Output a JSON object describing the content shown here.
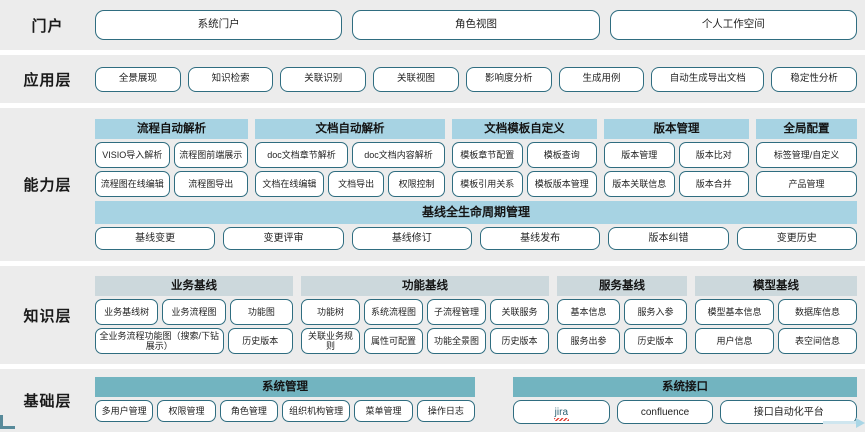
{
  "layers": [
    {
      "key": "portal",
      "label": "门户",
      "items": [
        "系统门户",
        "角色视图",
        "个人工作空间"
      ]
    },
    {
      "key": "application",
      "label": "应用层",
      "items": [
        "全景展现",
        "知识检索",
        "关联识别",
        "关联视图",
        "影响度分析",
        "生成用例",
        "自动生成导出文档",
        "稳定性分析"
      ]
    },
    {
      "key": "capability",
      "label": "能力层",
      "groups": [
        {
          "title": "流程自动解析",
          "rows": [
            [
              "VISIO导入解析",
              "流程图前端展示"
            ],
            [
              "流程图在线编辑",
              "流程图导出"
            ]
          ]
        },
        {
          "title": "文档自动解析",
          "rows": [
            [
              "doc文档章节解析",
              "doc文档内容解析"
            ],
            [
              "文档在线编辑",
              "文档导出",
              "权限控制"
            ]
          ]
        },
        {
          "title": "文档模板自定义",
          "rows": [
            [
              "模板章节配置",
              "模板查询"
            ],
            [
              "模板引用关系",
              "模板版本管理"
            ]
          ]
        },
        {
          "title": "版本管理",
          "rows": [
            [
              "版本管理",
              "版本比对"
            ],
            [
              "版本关联信息",
              "版本合并"
            ]
          ]
        },
        {
          "title": "全局配置",
          "rows": [
            [
              "标签管理/自定义"
            ],
            [
              "产品管理"
            ]
          ]
        }
      ],
      "lifecycle": {
        "title": "基线全生命周期管理",
        "items": [
          "基线变更",
          "变更评审",
          "基线修订",
          "基线发布",
          "版本纠错",
          "变更历史"
        ]
      }
    },
    {
      "key": "knowledge",
      "label": "知识层",
      "groups": [
        {
          "title": "业务基线",
          "rows": [
            [
              "业务基线树",
              "业务流程图",
              "功能图"
            ],
            [
              "全业务流程功能图（搜索/下钻展示）",
              "历史版本"
            ]
          ]
        },
        {
          "title": "功能基线",
          "rows": [
            [
              "功能树",
              "系统流程图",
              "子流程管理",
              "关联服务"
            ],
            [
              "关联业务规则",
              "属性可配置",
              "功能全景图",
              "历史版本"
            ]
          ]
        },
        {
          "title": "服务基线",
          "rows": [
            [
              "基本信息",
              "服务入参"
            ],
            [
              "服务出参",
              "历史版本"
            ]
          ]
        },
        {
          "title": "模型基线",
          "rows": [
            [
              "模型基本信息",
              "数据库信息"
            ],
            [
              "用户信息",
              "表空间信息"
            ]
          ]
        }
      ]
    },
    {
      "key": "foundation",
      "label": "基础层",
      "groups": [
        {
          "title": "系统管理",
          "rows": [
            [
              "多用户管理",
              "权限管理",
              "角色管理",
              "组织机构管理",
              "菜单管理",
              "操作日志"
            ]
          ]
        },
        {
          "title": "系统接口",
          "rows": [
            [
              "jira",
              "confluence",
              "接口自动化平台"
            ]
          ]
        }
      ]
    }
  ],
  "colors": {
    "band_background": "#ececec",
    "pill_border": "#2f6d80",
    "capability_header": "#a7d3e3",
    "knowledge_header": "#ccd8dc",
    "foundation_header": "#72b4c0",
    "page_background": "#ffffff",
    "text": "#1a1a1a"
  }
}
